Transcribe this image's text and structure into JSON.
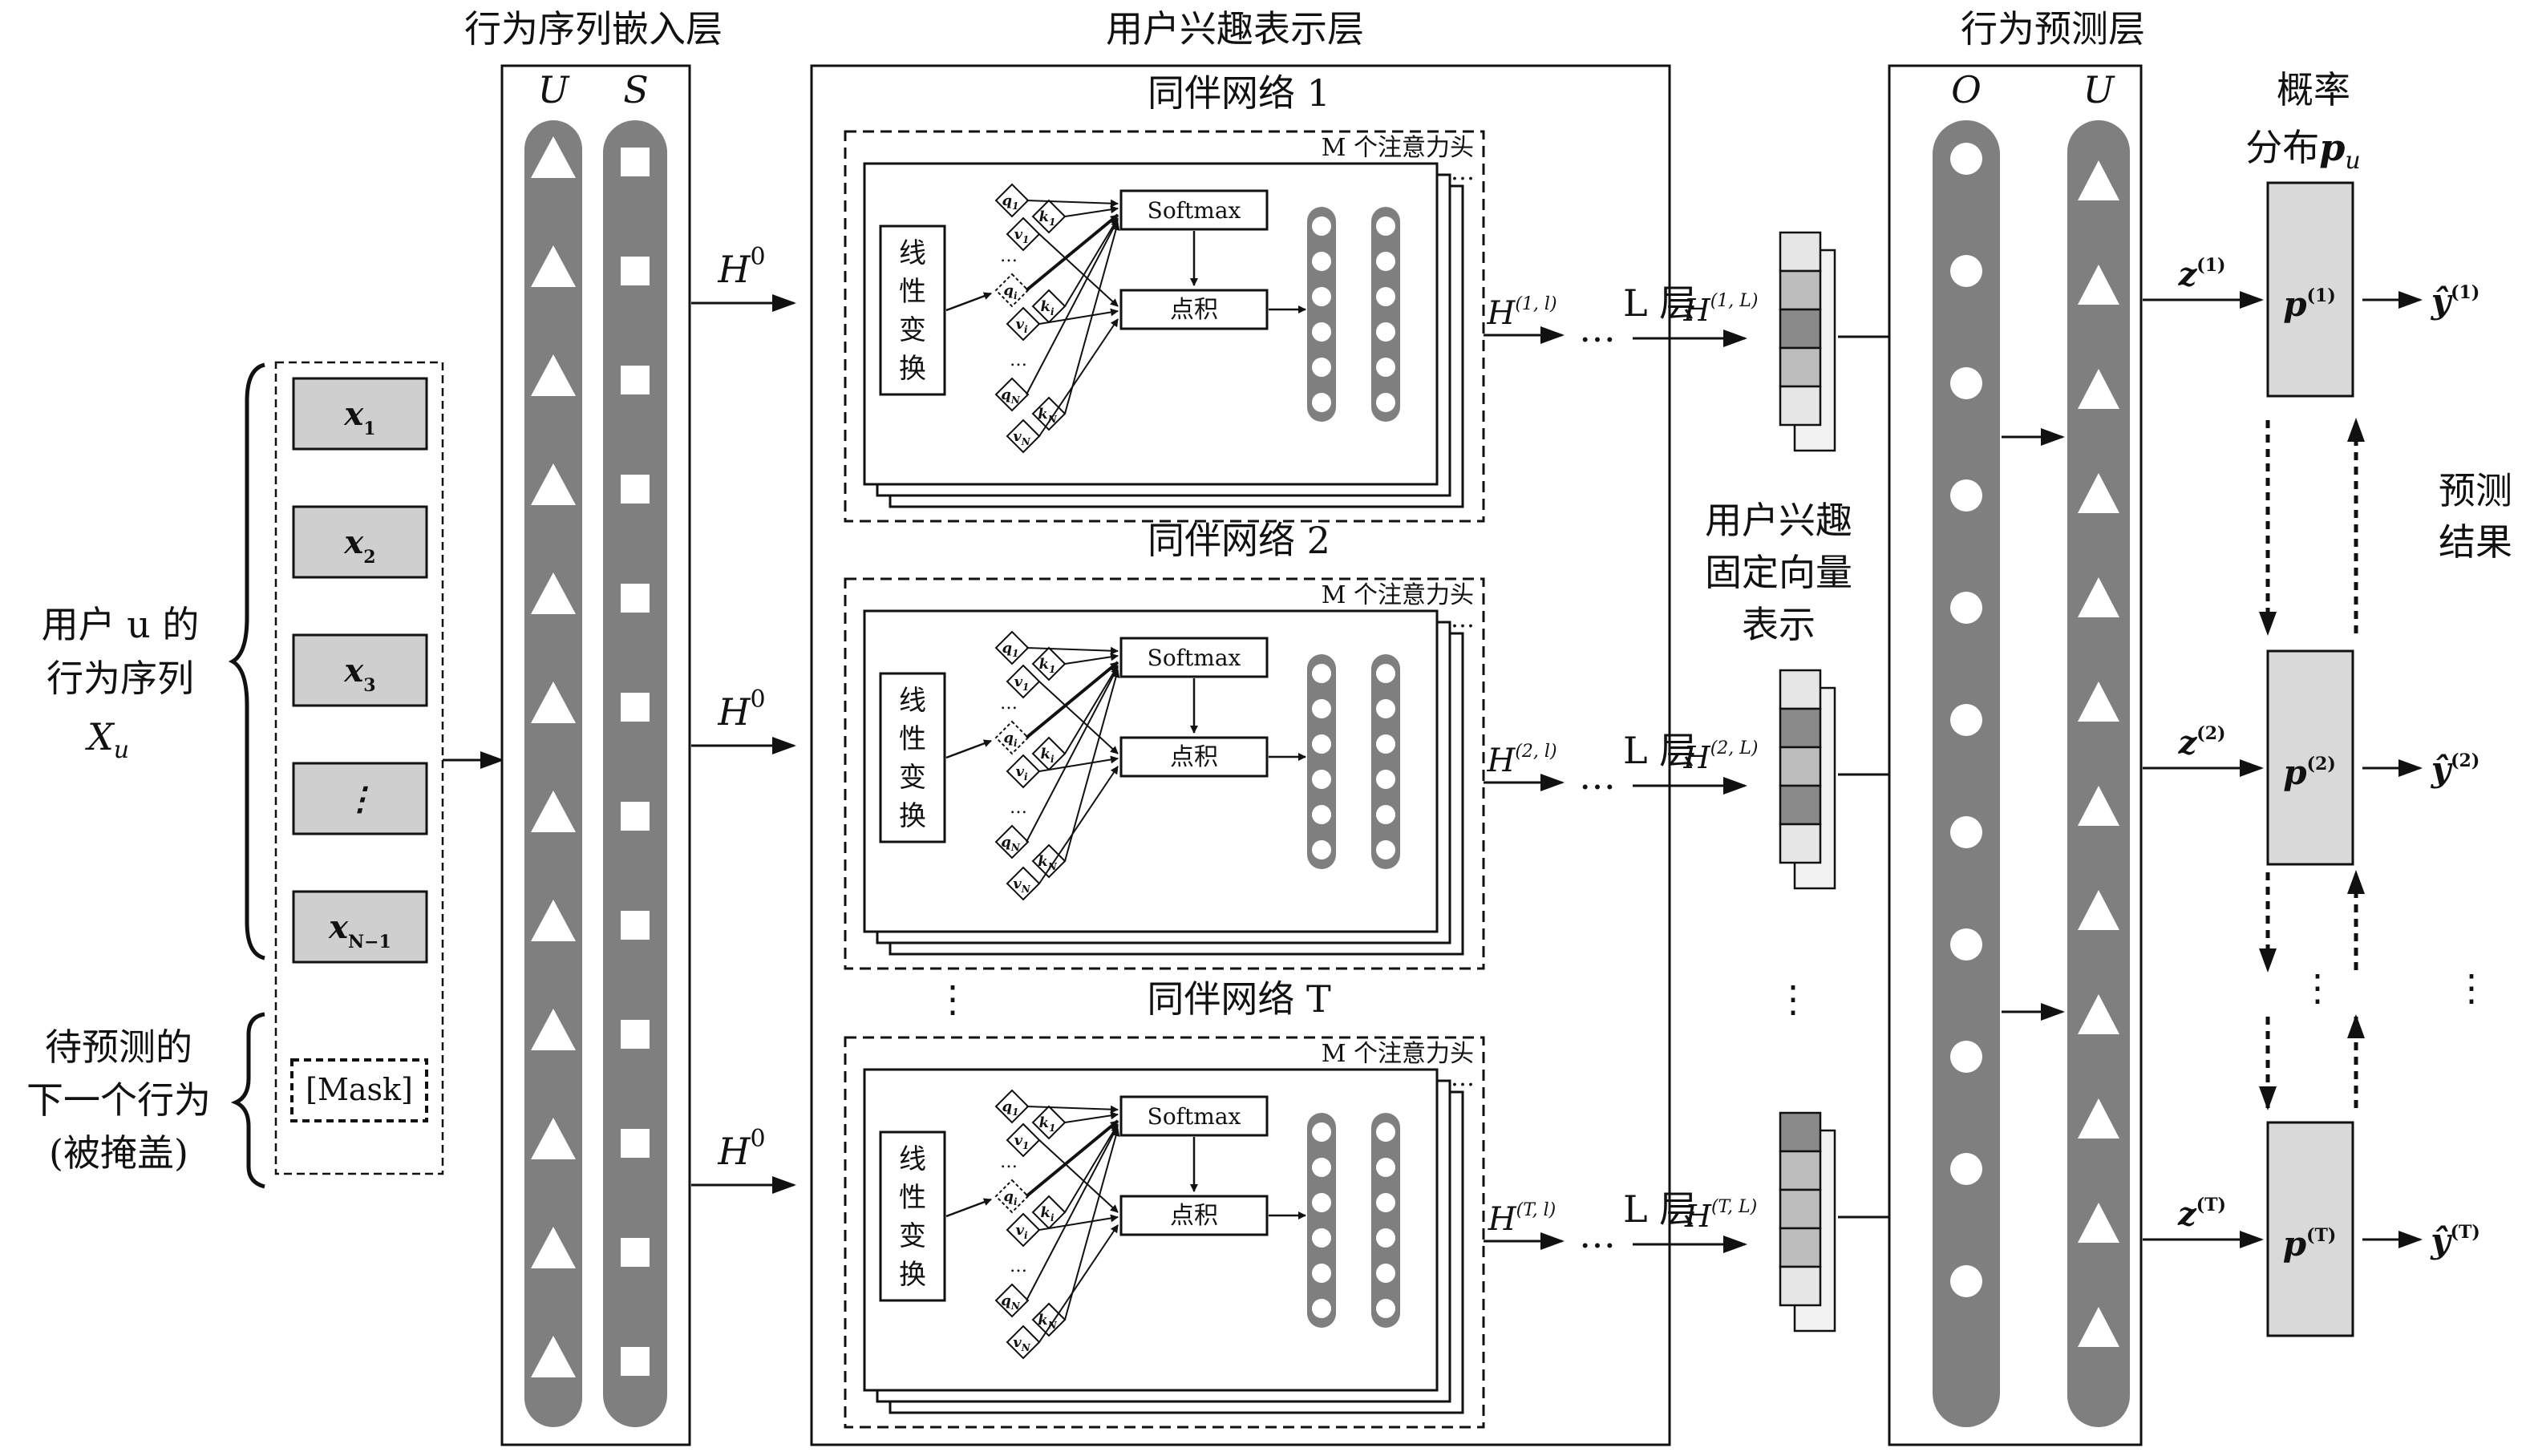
{
  "colors": {
    "line": "#111111",
    "pillar": "#7f7f7f",
    "item_fill": "#cfcfcf",
    "prob_fill": "#d9d9d9",
    "light_cell": "#e6e6e6",
    "mid_cell": "#bdbdbd",
    "dark_cell": "#8a8a8a"
  },
  "headers": {
    "embedding": "行为序列嵌入层",
    "interest": "用户兴趣表示层",
    "predict": "行为预测层"
  },
  "pillar_labels": {
    "U": "U",
    "S": "S",
    "O": "O"
  },
  "left": {
    "user_seq": [
      "用户 u 的",
      "行为序列",
      "X"
    ],
    "user_seq_sub": "u",
    "items": [
      {
        "main": "x",
        "sub": "1"
      },
      {
        "main": "x",
        "sub": "2"
      },
      {
        "main": "x",
        "sub": "3"
      },
      {
        "main": "⋮",
        "sub": ""
      },
      {
        "main": "x",
        "sub": "N−1"
      }
    ],
    "mask": "[Mask]",
    "predict_text": [
      "待预测的",
      "下一个行为",
      "(被掩盖)"
    ]
  },
  "h0": {
    "main": "H",
    "sup": "0"
  },
  "peer_nets": [
    {
      "title": "同伴网络 1",
      "h_in": "(1, l)",
      "h_out": "(1, L)"
    },
    {
      "title": "同伴网络 2",
      "h_in": "(2, l)",
      "h_out": "(2, L)"
    },
    {
      "title": "同伴网络 T",
      "h_in": "(T, l)",
      "h_out": "(T, L)"
    }
  ],
  "peer_common": {
    "attn_heads": "M 个注意力头",
    "linear": [
      "线",
      "性",
      "变",
      "换"
    ],
    "softmax": "Softmax",
    "dot": "点积",
    "q": "q",
    "k": "k",
    "v": "v",
    "sub_1": "1",
    "sub_i": "i",
    "sub_N": "N",
    "dots": "…",
    "layers": "L 层",
    "between_dots": "⋮"
  },
  "fixed_vec_label": [
    "用户兴趣",
    "固定向量",
    "表示"
  ],
  "prob_label": [
    "概率",
    "分布"
  ],
  "prob_label_sym": {
    "main": "p",
    "sub": "u"
  },
  "prob_rows": [
    {
      "z": "(1)",
      "p": "(1)",
      "y": "(1)"
    },
    {
      "z": "(2)",
      "p": "(2)",
      "y": "(2)"
    },
    {
      "z": "(T)",
      "p": "(T)",
      "y": "(T)"
    }
  ],
  "result_label": [
    "预测",
    "结果"
  ],
  "symbols": {
    "z": "z",
    "p": "p",
    "y": "ŷ"
  }
}
